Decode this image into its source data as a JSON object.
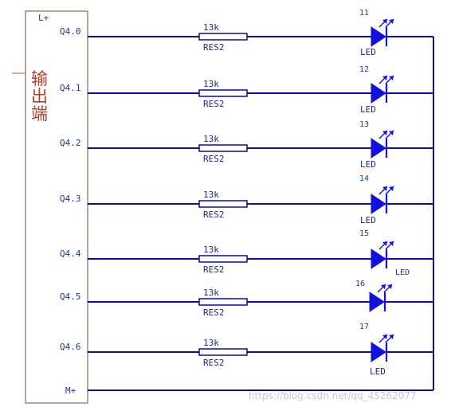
{
  "module": {
    "top_label": "L+",
    "title_chars": [
      "输",
      "出",
      "端"
    ]
  },
  "rows": [
    {
      "pin": "Q4.0",
      "resistor_value": "13k",
      "resistor_type": "RES2",
      "led_number": "11",
      "led_label": "LED"
    },
    {
      "pin": "Q4.1",
      "resistor_value": "13k",
      "resistor_type": "RES2",
      "led_number": "12",
      "led_label": "LED"
    },
    {
      "pin": "Q4.2",
      "resistor_value": "13k",
      "resistor_type": "RES2",
      "led_number": "13",
      "led_label": "LED"
    },
    {
      "pin": "Q4.3",
      "resistor_value": "13k",
      "resistor_type": "RES2",
      "led_number": "14",
      "led_label": "LED"
    },
    {
      "pin": "Q4.4",
      "resistor_value": "13k",
      "resistor_type": "RES2",
      "led_number": "15",
      "led_label": "LED"
    },
    {
      "pin": "Q4.5",
      "resistor_value": "13k",
      "resistor_type": "RES2",
      "led_number": "16",
      "led_label": ""
    },
    {
      "pin": "Q4.6",
      "resistor_value": "13k",
      "resistor_type": "RES2",
      "led_number": "17",
      "led_label": "LED"
    }
  ],
  "common": {
    "label": "M+"
  },
  "watermark": "https://blog.csdn.net/qq_45262077",
  "colors": {
    "wire": "#0b0ba8",
    "led": "#1111dd",
    "title": "#b0402a",
    "box": "#8a6a5a"
  }
}
